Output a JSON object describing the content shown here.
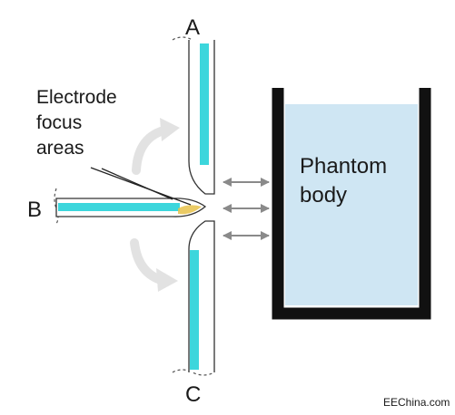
{
  "labels": {
    "a": "A",
    "b": "B",
    "c": "C",
    "focus_line1": "Electrode",
    "focus_line2": "focus",
    "focus_line3": "areas",
    "phantom_line1": "Phantom",
    "phantom_line2": "body",
    "watermark": "EEChina.com"
  },
  "colors": {
    "electrode_fill": "#3cd6dc",
    "liquid": "#cfe6f3",
    "container": "#111111",
    "outline": "#333333",
    "arrow": "#8a8a8a",
    "rotate_arrow": "#e2e2e2",
    "focus_tip": "#e8c24a"
  },
  "icons": [
    "rotate-arrow-icon",
    "double-arrow-icon"
  ]
}
